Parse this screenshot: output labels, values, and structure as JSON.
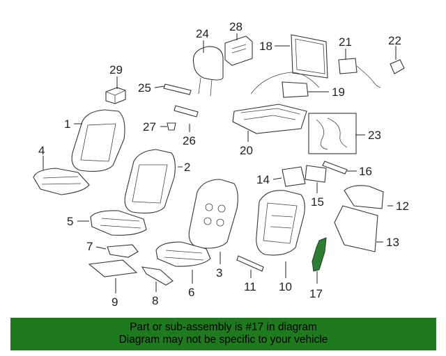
{
  "diagram": {
    "callouts": [
      "1",
      "2",
      "3",
      "4",
      "5",
      "6",
      "7",
      "8",
      "9",
      "10",
      "11",
      "12",
      "13",
      "14",
      "15",
      "16",
      "17",
      "18",
      "19",
      "20",
      "21",
      "22",
      "23",
      "24",
      "25",
      "26",
      "27",
      "28",
      "29"
    ],
    "highlighted_part": "17",
    "highlight_color": "#2e7d32"
  },
  "banner": {
    "line1": "Part or sub-assembly is #17 in diagram",
    "line2": "Diagram may not be specific to your vehicle",
    "background": "#1f7a1f"
  }
}
